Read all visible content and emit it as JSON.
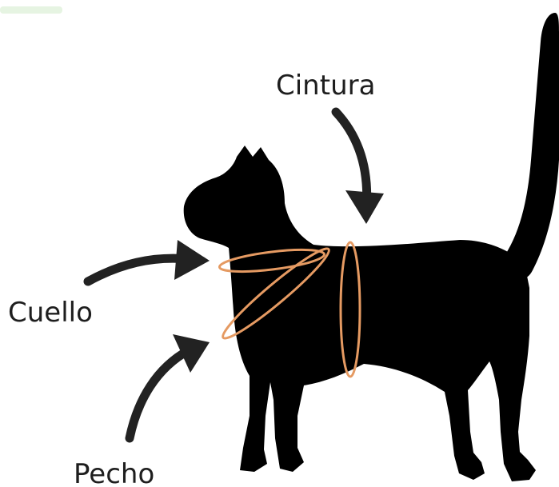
{
  "labels": {
    "waist": "Cintura",
    "neck": "Cuello",
    "chest": "Pecho"
  },
  "colors": {
    "silhouette": "#000000",
    "measure_ring": "#e59a62",
    "arrow": "#222222",
    "text": "#1e1e1e",
    "corner_tab": "#e6f4e2"
  },
  "icons": {
    "silhouette": "cat-silhouette-icon",
    "arrows": [
      "waist-arrow-icon",
      "neck-arrow-icon",
      "chest-arrow-icon"
    ]
  }
}
